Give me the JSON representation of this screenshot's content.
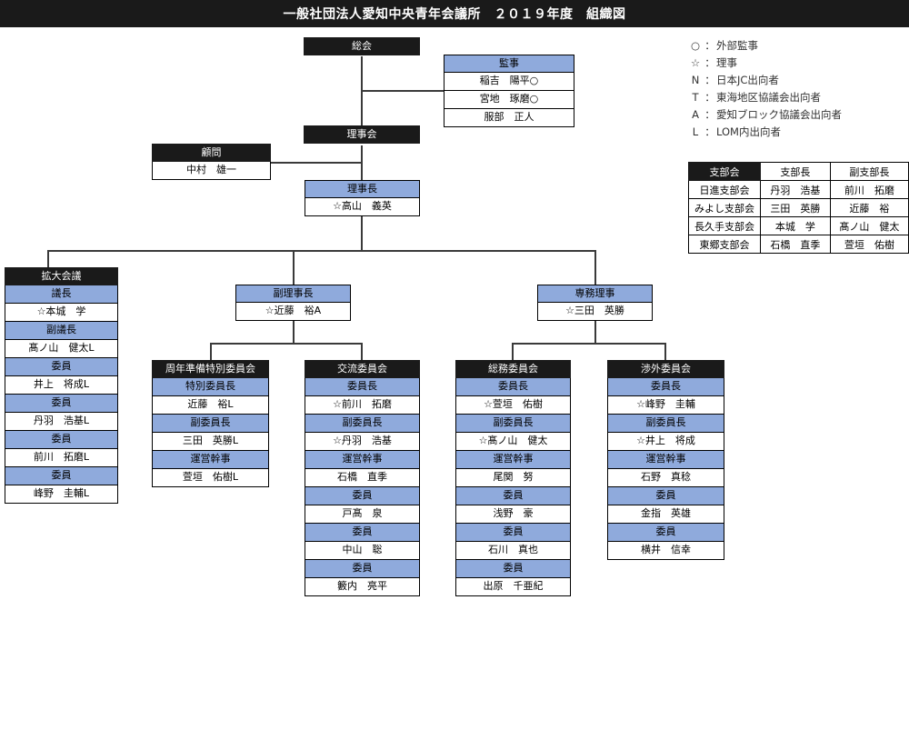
{
  "title": "一般社団法人愛知中央青年会議所　２０１９年度　組織図",
  "legend": {
    "rows": [
      {
        "symbol": "○",
        "colon": "：",
        "text": "外部監事"
      },
      {
        "symbol": "☆",
        "colon": "：",
        "text": "理事"
      },
      {
        "symbol": "N",
        "colon": "：",
        "text": "日本JC出向者"
      },
      {
        "symbol": "T",
        "colon": "：",
        "text": "東海地区協議会出向者"
      },
      {
        "symbol": "A",
        "colon": "：",
        "text": "愛知ブロック協議会出向者"
      },
      {
        "symbol": "L",
        "colon": "：",
        "text": "LOM内出向者"
      }
    ]
  },
  "branch_table": {
    "headers": [
      "支部会",
      "支部長",
      "副支部長"
    ],
    "rows": [
      [
        "日進支部会",
        "丹羽　浩基",
        "前川　拓磨"
      ],
      [
        "みよし支部会",
        "三田　英勝",
        "近藤　裕"
      ],
      [
        "長久手支部会",
        "本城　学",
        "髙ノ山　健太"
      ],
      [
        "東郷支部会",
        "石橋　直季",
        "萱垣　佑樹"
      ]
    ]
  },
  "nodes": {
    "soukai": {
      "title": "総会"
    },
    "kanji": {
      "title": "監事",
      "members": [
        "稲吉　陽平○",
        "宮地　琢磨○",
        "服部　正人"
      ]
    },
    "rijikai": {
      "title": "理事会"
    },
    "komon": {
      "title": "顧問",
      "members": [
        "中村　雄一"
      ]
    },
    "rijicho": {
      "title": "理事長",
      "members": [
        "☆高山　義英"
      ]
    },
    "kakudai": {
      "title": "拡大会議",
      "rows": [
        {
          "role": "議長",
          "name": "☆本城　学"
        },
        {
          "role": "副議長",
          "name": "髙ノ山　健太L"
        },
        {
          "role": "委員",
          "name": "井上　将成L"
        },
        {
          "role": "委員",
          "name": "丹羽　浩基L"
        },
        {
          "role": "委員",
          "name": "前川　拓磨L"
        },
        {
          "role": "委員",
          "name": "峰野　圭輔L"
        }
      ]
    },
    "fukurijicho": {
      "title": "副理事長",
      "members": [
        "☆近藤　裕A"
      ]
    },
    "senmu": {
      "title": "専務理事",
      "members": [
        "☆三田　英勝"
      ]
    },
    "shunen": {
      "title": "周年準備特別委員会",
      "rows": [
        {
          "role": "特別委員長",
          "name": "近藤　裕L"
        },
        {
          "role": "副委員長",
          "name": "三田　英勝L"
        },
        {
          "role": "運営幹事",
          "name": "萱垣　佑樹L"
        }
      ]
    },
    "koryu": {
      "title": "交流委員会",
      "rows": [
        {
          "role": "委員長",
          "name": "☆前川　拓磨"
        },
        {
          "role": "副委員長",
          "name": "☆丹羽　浩基"
        },
        {
          "role": "運営幹事",
          "name": "石橋　直季"
        },
        {
          "role": "委員",
          "name": "戸髙　泉"
        },
        {
          "role": "委員",
          "name": "中山　聡"
        },
        {
          "role": "委員",
          "name": "籔内　亮平"
        }
      ]
    },
    "soumu": {
      "title": "総務委員会",
      "rows": [
        {
          "role": "委員長",
          "name": "☆萱垣　佑樹"
        },
        {
          "role": "副委員長",
          "name": "☆髙ノ山　健太"
        },
        {
          "role": "運営幹事",
          "name": "尾関　努"
        },
        {
          "role": "委員",
          "name": "浅野　豪"
        },
        {
          "role": "委員",
          "name": "石川　真也"
        },
        {
          "role": "委員",
          "name": "出原　千亜紀"
        }
      ]
    },
    "shogai": {
      "title": "渉外委員会",
      "rows": [
        {
          "role": "委員長",
          "name": "☆峰野　圭輔"
        },
        {
          "role": "副委員長",
          "name": "☆井上　将成"
        },
        {
          "role": "運営幹事",
          "name": "石野　真稔"
        },
        {
          "role": "委員",
          "name": "金指　英雄"
        },
        {
          "role": "委員",
          "name": "横井　信幸"
        }
      ]
    }
  },
  "colors": {
    "header_dark": "#1a1a1a",
    "header_blue": "#8FAADC",
    "line": "#3a3a3a",
    "background": "#ffffff"
  }
}
